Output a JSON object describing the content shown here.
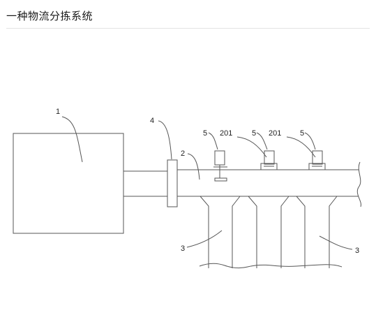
{
  "header": {
    "title": "一种物流分拣系统"
  },
  "diagram": {
    "labels": {
      "main_box": "1",
      "conveyor": "2",
      "chute_left": "3",
      "chute_right": "3",
      "coupling": "4",
      "sensor_1": "5",
      "sensor_2": "5",
      "sensor_3": "5",
      "pusher_1": "201",
      "pusher_2": "201"
    },
    "colors": {
      "line": "#555555",
      "background": "#ffffff"
    }
  }
}
